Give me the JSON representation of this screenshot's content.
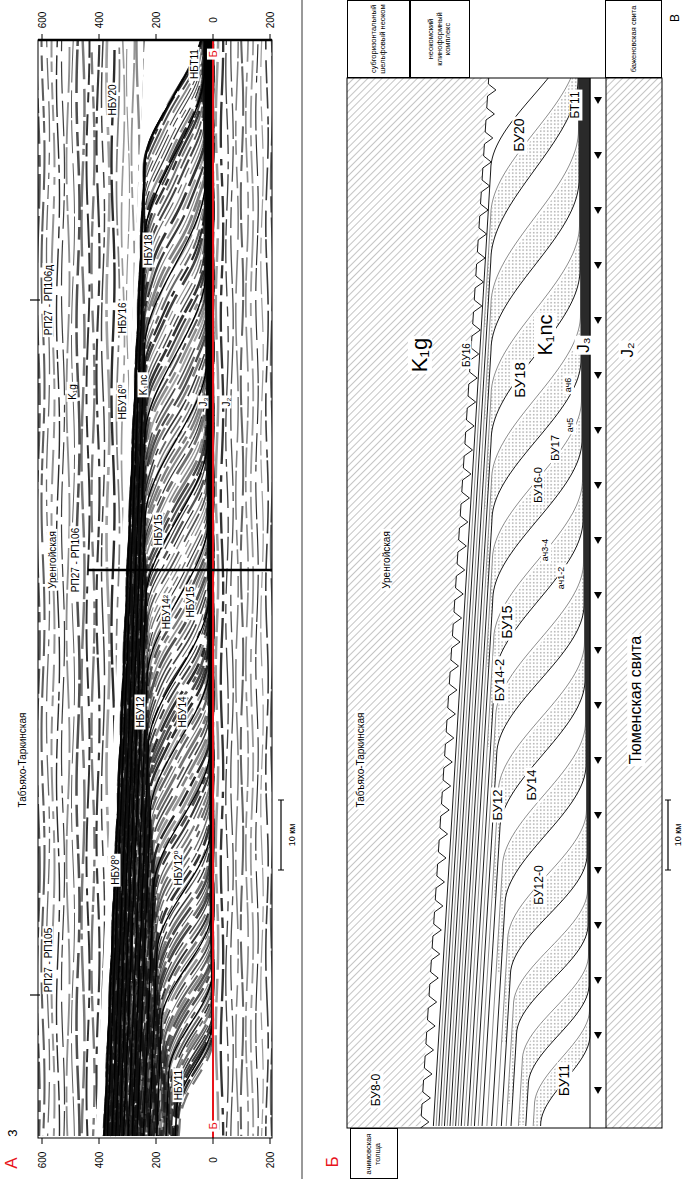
{
  "diagram": {
    "nodes": [
      {
        "text": [
          "субгоризонтальный шельфовый неоком"
        ]
      },
      {
        "text": [
          "неокомский клиноформный комплекс"
        ]
      },
      {
        "text": [
          "баженовская свита"
        ]
      },
      {
        "text": [
          "ачимовская толща"
        ]
      }
    ],
    "labels": [
      "А",
      "З",
      "600",
      "400",
      "200",
      "0",
      "200",
      "600",
      "400",
      "200",
      "0",
      "200",
      "В",
      "Б",
      "Б",
      "РП27 - РП105",
      "Табъяхо-Таркинская",
      "Уренгойская",
      "РП27 - РП106",
      "РП27 - РП106д",
      "10 км",
      "НБУ11",
      "НБУ8⁰",
      "НБУ12⁰",
      "НБУ12",
      "НБУ14",
      "НБУ14²",
      "НБУ15",
      "НБУ15",
      "НБУ16⁰",
      "НБУ16",
      "НБУ18",
      "НБУ20",
      "НБТ11",
      "K₁g",
      "K₁nc",
      "J₃",
      "J₂",
      "Б",
      "Табъяхо-Таркинская",
      "Уренгойская",
      "K₁g",
      "K₁nc",
      "J₃",
      "J₂",
      "Тюменская свита",
      "БУ8-0",
      "БУ11",
      "БУ12-0",
      "БУ12",
      "БУ14",
      "БУ14-2",
      "БУ15",
      "БУ16-0",
      "БУ17",
      "ач3-4",
      "ач1-2",
      "ач5",
      "ач6",
      "БУ18",
      "БУ16",
      "БУ20",
      "БТ11",
      "10 км"
    ]
  }
}
